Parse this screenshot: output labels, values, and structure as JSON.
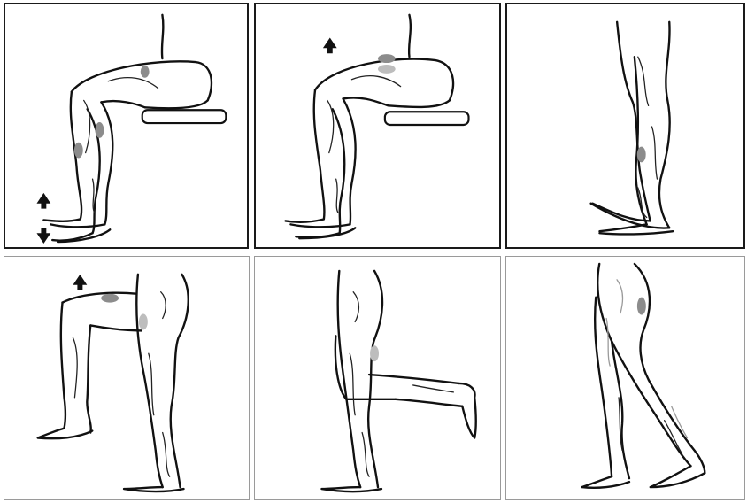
{
  "figure": {
    "panels": [
      {
        "id": "panel-1",
        "pose": "seated-toe-raise",
        "arrows": [
          "up",
          "down"
        ]
      },
      {
        "id": "panel-2",
        "pose": "seated-knee-lift",
        "arrows": [
          "up"
        ]
      },
      {
        "id": "panel-3",
        "pose": "standing-side-view",
        "arrows": []
      },
      {
        "id": "panel-4",
        "pose": "standing-knee-raise",
        "arrows": [
          "up"
        ]
      },
      {
        "id": "panel-5",
        "pose": "standing-knee-flexion",
        "arrows": []
      },
      {
        "id": "panel-6",
        "pose": "forward-stride",
        "arrows": []
      }
    ],
    "colors": {
      "outline": "#111111",
      "muscle_highlight": "#8c8c8c",
      "muscle_highlight_light": "#bdbdbd",
      "panel_border_top": "#1a1a1a",
      "panel_border_bottom": "#9a9a9a"
    }
  }
}
